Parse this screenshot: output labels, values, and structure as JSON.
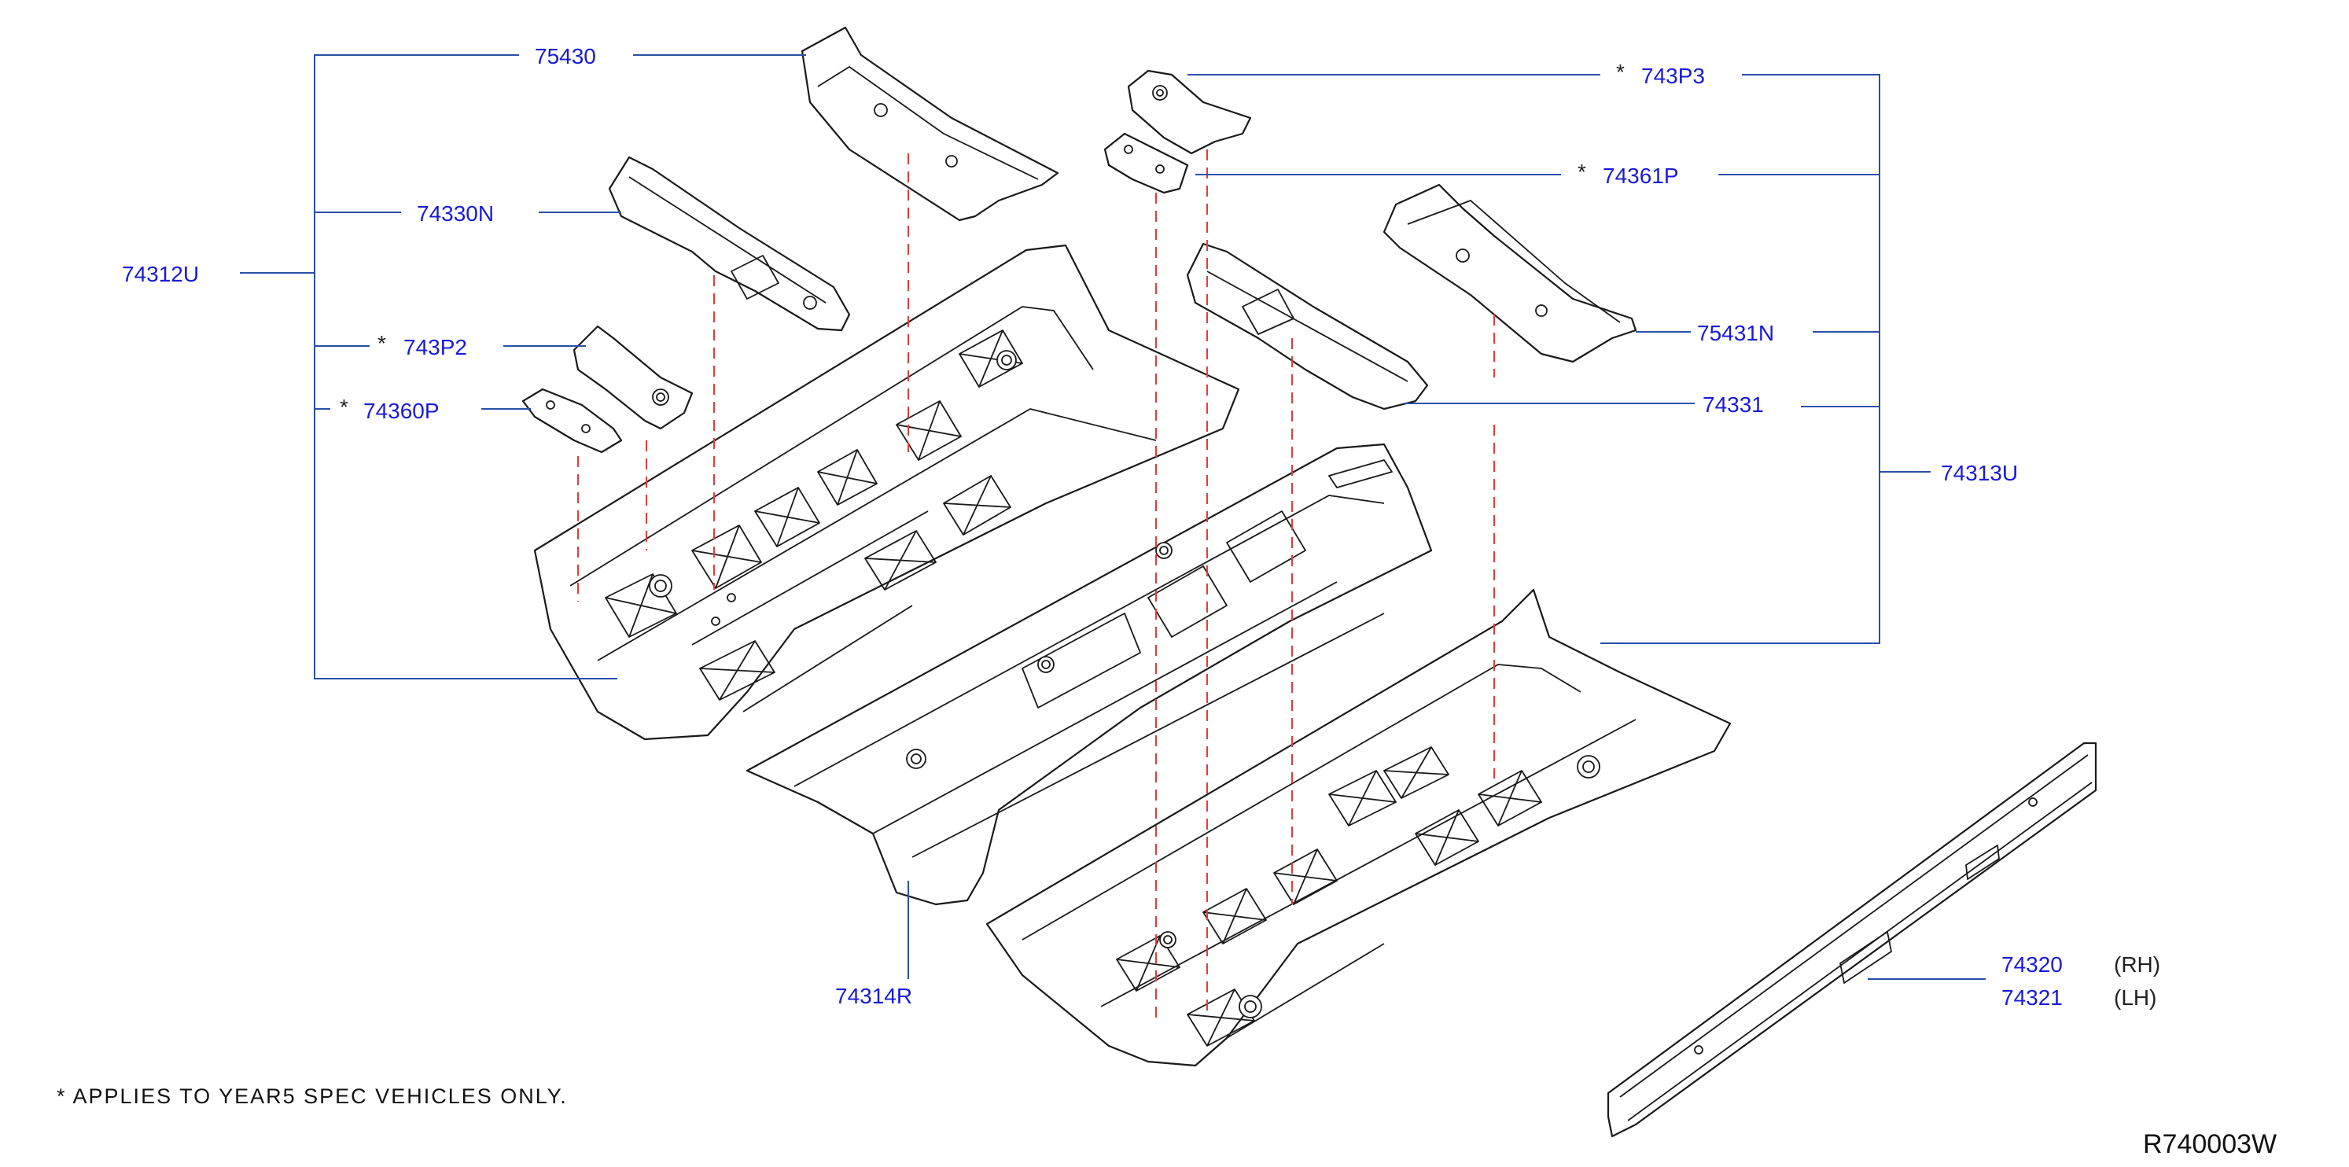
{
  "labels": {
    "p75430": "75430",
    "p74330n": "74330N",
    "p74312u": "74312U",
    "p743p2": "743P2",
    "p74360p": "74360P",
    "p743p3": "743P3",
    "p74361p": "74361P",
    "p75431n": "75431N",
    "p74331": "74331",
    "p74313u": "74313U",
    "p74314r": "74314R",
    "p74320": "74320",
    "p74321": "74321"
  },
  "marks": {
    "star": "*"
  },
  "sides": {
    "rh": "(RH)",
    "lh": "(LH)"
  },
  "footnote": "*  APPLIES  TO  YEAR5  SPEC  VEHICLES  ONLY.",
  "reference_code": "R740003W",
  "colors": {
    "label_blue": "#1a1ad6",
    "leader_blue": "#2a4fa8",
    "guide_red": "#e23b3b"
  }
}
